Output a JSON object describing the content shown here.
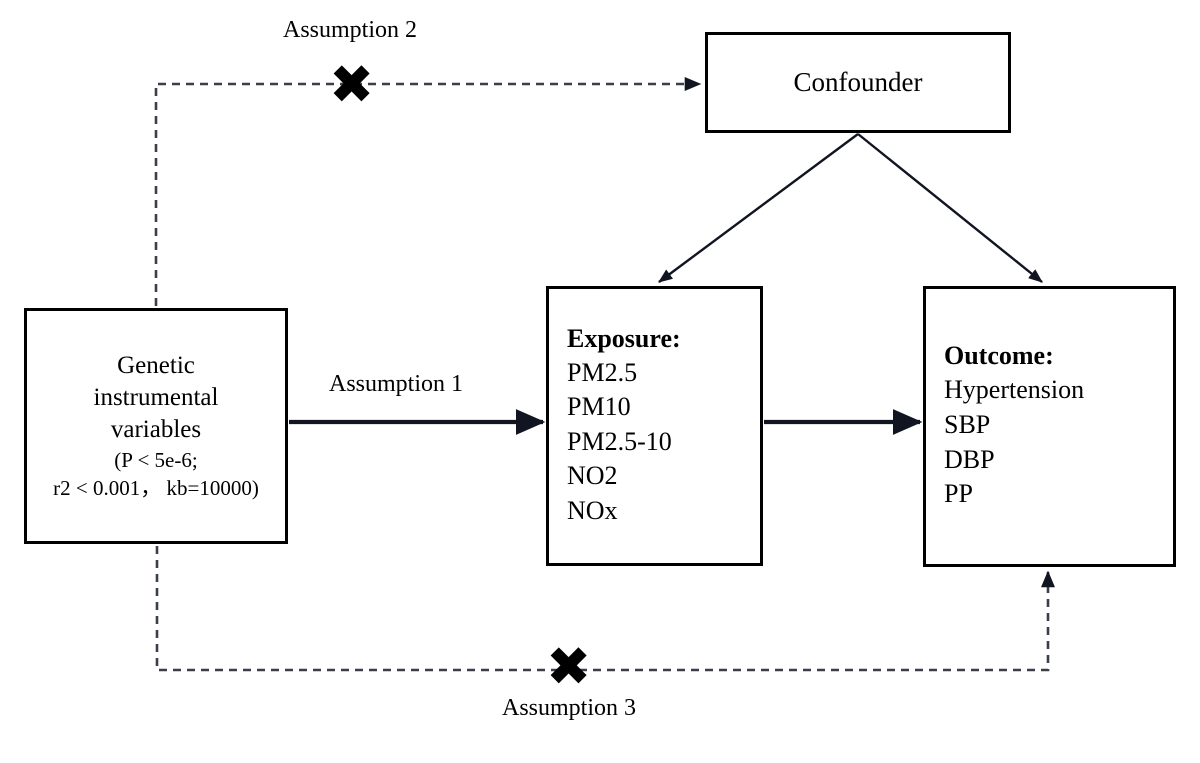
{
  "diagram": {
    "title": "Mendelian randomization assumptions diagram",
    "background_color": "#ffffff",
    "line_color": "#000000"
  },
  "nodes": {
    "confounder": {
      "label": "Confounder"
    },
    "instrument": {
      "line1": "Genetic",
      "line2": "instrumental",
      "line3": "variables",
      "line4": "(P < 5e-6;",
      "line5": "r2 < 0.001，  kb=10000)"
    },
    "exposure": {
      "heading": "Exposure:",
      "items": [
        "PM2.5",
        "PM10",
        "PM2.5-10",
        "NO2",
        "NOx"
      ]
    },
    "outcome": {
      "heading": "Outcome:",
      "items": [
        "Hypertension",
        "SBP",
        "DBP",
        "PP"
      ]
    }
  },
  "edges": {
    "assumption_1": {
      "label": "Assumption 1",
      "style": "solid",
      "from": "instrument",
      "to": "exposure"
    },
    "assumption_2": {
      "label": "Assumption 2",
      "style": "dashed",
      "marker": "✖",
      "from": "instrument",
      "to": "confounder"
    },
    "assumption_3": {
      "label": "Assumption 3",
      "style": "dashed",
      "marker": "✖",
      "from": "instrument",
      "to": "outcome"
    },
    "exposure_to_outcome": {
      "style": "solid",
      "from": "exposure",
      "to": "outcome"
    },
    "confounder_to_exposure": {
      "style": "solid",
      "from": "confounder",
      "to": "exposure"
    },
    "confounder_to_outcome": {
      "style": "solid",
      "from": "confounder",
      "to": "outcome"
    }
  }
}
